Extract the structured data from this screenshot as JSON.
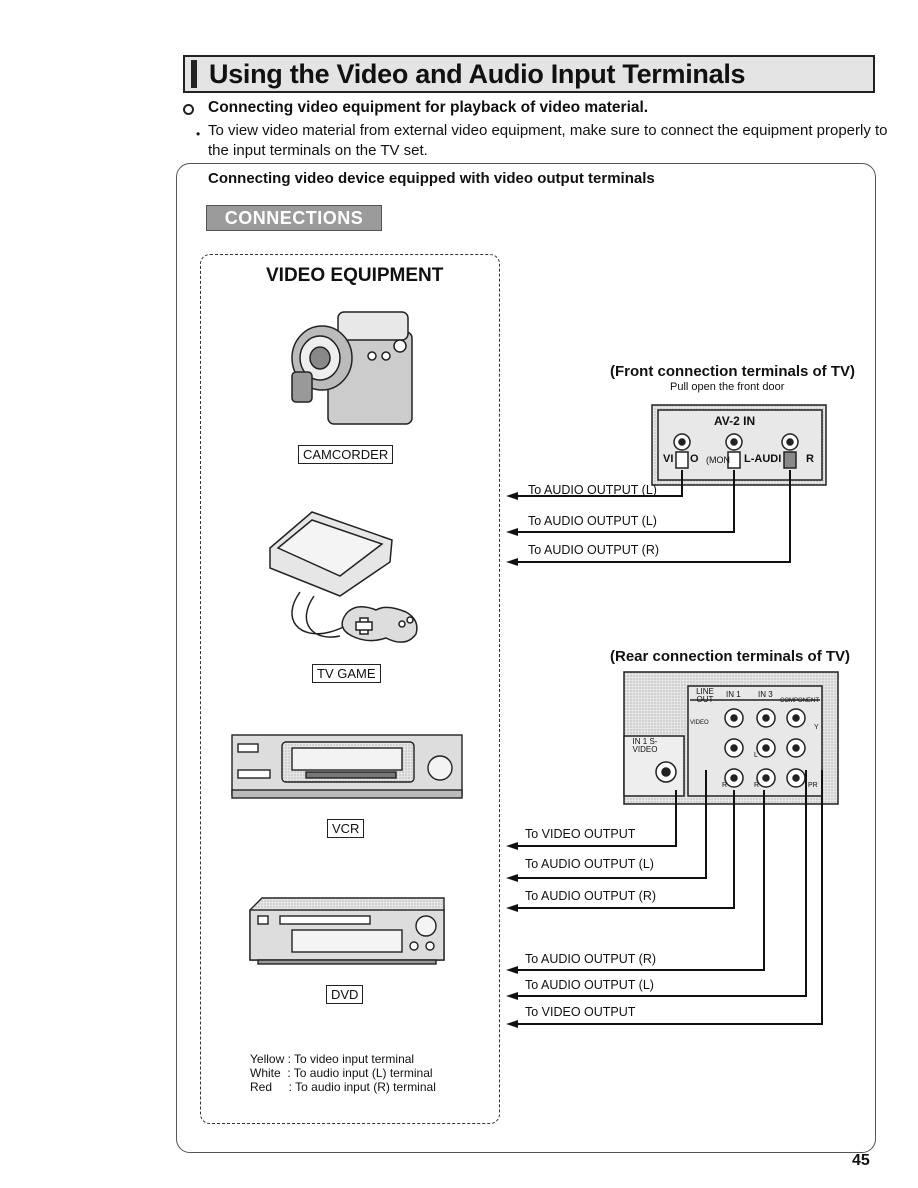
{
  "header": {
    "title": "Using the Video and Audio Input Terminals",
    "subheading": "Connecting video equipment for playback of video material.",
    "body": "To view video material from external video equipment, make sure to connect the equipment properly to the input terminals on the TV set."
  },
  "section": {
    "heading": "Connecting video device equipped with video output terminals",
    "badge": "CONNECTIONS"
  },
  "equipment": {
    "title": "VIDEO EQUIPMENT",
    "devices": [
      {
        "label": "CAMCORDER"
      },
      {
        "label": "TV GAME"
      },
      {
        "label": "VCR"
      },
      {
        "label": "DVD"
      }
    ],
    "legend": [
      "Yellow : To video input terminal",
      "White  : To audio input (L) terminal",
      "Red     : To audio input (R) terminal"
    ]
  },
  "front": {
    "title": "(Front connection terminals of TV)",
    "subtitle": "Pull open the front door",
    "panel_label": "AV-2 IN",
    "jack_labels": [
      "VI",
      "O",
      "(MON",
      "L-AUDI",
      "R"
    ],
    "cables": [
      "To AUDIO OUTPUT (L)",
      "To AUDIO OUTPUT (L)",
      "To AUDIO OUTPUT (R)"
    ]
  },
  "rear": {
    "title": "(Rear connection terminals of TV)",
    "panel_labels": [
      "LINE OUT",
      "IN 1",
      "IN 3",
      "COMPONENT",
      "IN 1 S-VIDEO",
      "VIDEO",
      "Y",
      "L",
      "R",
      "R",
      "PR"
    ],
    "cables": [
      "To VIDEO OUTPUT",
      "To AUDIO OUTPUT (L)",
      "To AUDIO OUTPUT (R)",
      "To AUDIO OUTPUT (R)",
      "To AUDIO OUTPUT (L)",
      "To VIDEO OUTPUT"
    ]
  },
  "page_number": "45",
  "colors": {
    "ink": "#111111",
    "panel": "#d9d9d9",
    "badge": "#9b9b9b"
  }
}
